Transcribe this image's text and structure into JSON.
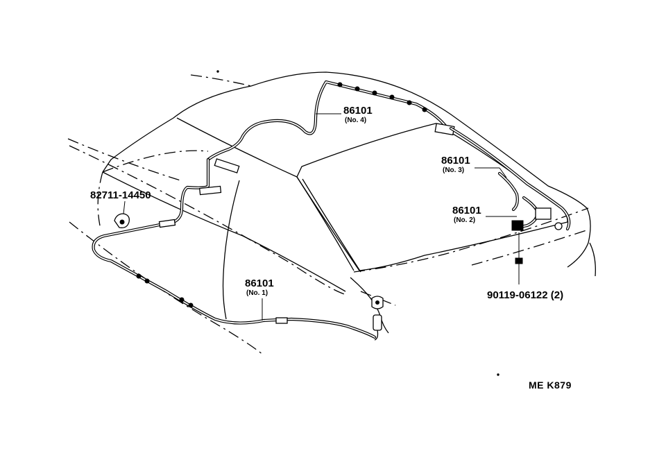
{
  "labels": {
    "harness_no4": {
      "part": "86101",
      "sub": "(No. 4)"
    },
    "harness_no3": {
      "part": "86101",
      "sub": "(No. 3)"
    },
    "harness_no2": {
      "part": "86101",
      "sub": "(No. 2)"
    },
    "harness_no1": {
      "part": "86101",
      "sub": "(No. 1)"
    },
    "clamp": {
      "part": "82711-14450"
    },
    "bolt": {
      "part": "90119-06122 (2)"
    }
  },
  "figure_code": "ME  K879"
}
